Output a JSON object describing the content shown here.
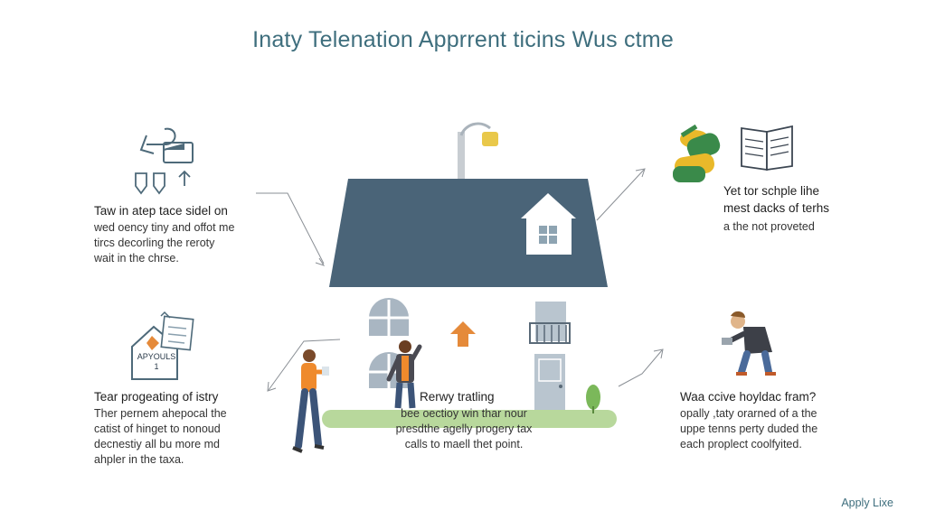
{
  "title": "Inaty Telenation Apprrent ticins Wus ctme",
  "blocks": {
    "top_left": {
      "heading": "Taw in atep tace sidel on",
      "lines": [
        "wed oency tiny and offot me",
        "tircs decorling the reroty",
        "wait in the chrse."
      ]
    },
    "top_right": {
      "heading_lines": [
        "Yet tor schple lihe",
        "mest dacks of terhs"
      ],
      "lines": [
        "a the not proveted"
      ]
    },
    "bottom_left": {
      "heading": "Tear progeating of istry",
      "lines": [
        "Ther pernem ahepocal the",
        "catist of hinget to nonoud",
        "decnestiy all bu more md",
        "ahpler in the taxa."
      ]
    },
    "bottom_center": {
      "heading": "Rerwy tratling",
      "lines": [
        "bee oectioy win thar nour",
        "presdthe agelly progery tax",
        "calls to maell thet point."
      ]
    },
    "bottom_right": {
      "heading": "Waa ccive hoyldac fram?",
      "lines": [
        "opally ,taty orarned of a the",
        "uppe tenns perty duded the",
        "each proplect coolfyited."
      ]
    }
  },
  "sign": {
    "line1": "APYOULS",
    "line2": "1"
  },
  "footer": "Apply Lixe",
  "colors": {
    "title": "#3e6e7d",
    "roof": "#4a6478",
    "wall": "#c9d3dd",
    "accent_orange": "#ef8a2c",
    "accent_green": "#8cc26a",
    "money_yellow": "#e9b92a",
    "money_green": "#3a8a4a"
  },
  "icons": [
    "return-arrow-icon",
    "folder-icon",
    "tag-icon",
    "house-document-icon",
    "money-roll-icon",
    "book-icon",
    "lamp-post-icon",
    "tree-icon"
  ]
}
